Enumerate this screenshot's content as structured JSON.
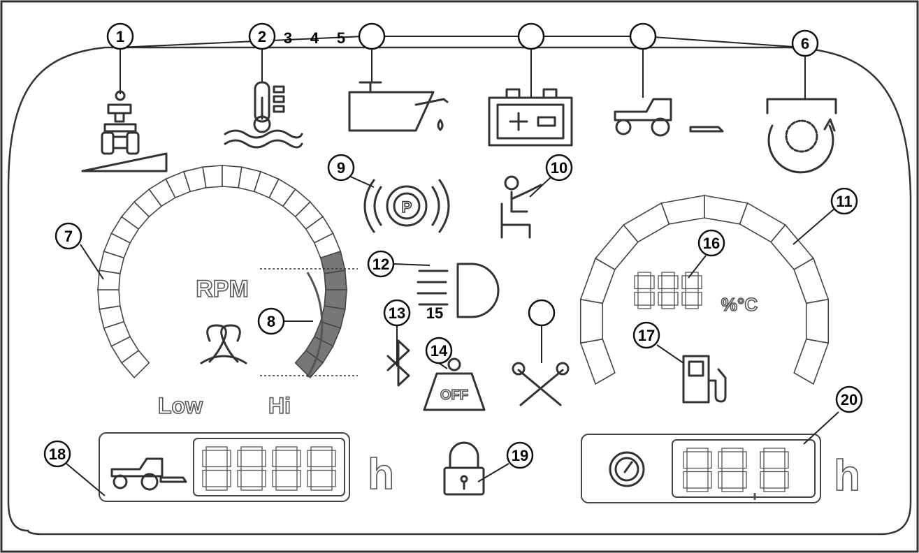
{
  "callouts": [
    "1",
    "2",
    "3",
    "4",
    "5",
    "6",
    "7",
    "8",
    "9",
    "10",
    "11",
    "12",
    "13",
    "14",
    "15",
    "16",
    "17",
    "18",
    "19",
    "20"
  ],
  "labels": {
    "rpm": "RPM",
    "low": "Low",
    "hi": "Hi",
    "unit_left": "h",
    "unit_right": "h",
    "temp_unit": "%°C",
    "weight_off": "OFF"
  },
  "displays": {
    "hours_digits": "8888",
    "right_digits": "88,8",
    "gauge_digits": "888"
  },
  "icons": [
    "tractor-slope-icon",
    "coolant-temperature-icon",
    "oil-pressure-icon",
    "battery-icon",
    "tractor-mower-icon",
    "pto-rotation-icon",
    "parking-brake-icon",
    "seat-occupancy-icon",
    "headlight-icon",
    "bluetooth-icon",
    "weight-off-icon",
    "wrench-service-icon",
    "glow-plug-icon",
    "fuel-pump-icon",
    "lock-icon",
    "speed-dial-icon"
  ]
}
